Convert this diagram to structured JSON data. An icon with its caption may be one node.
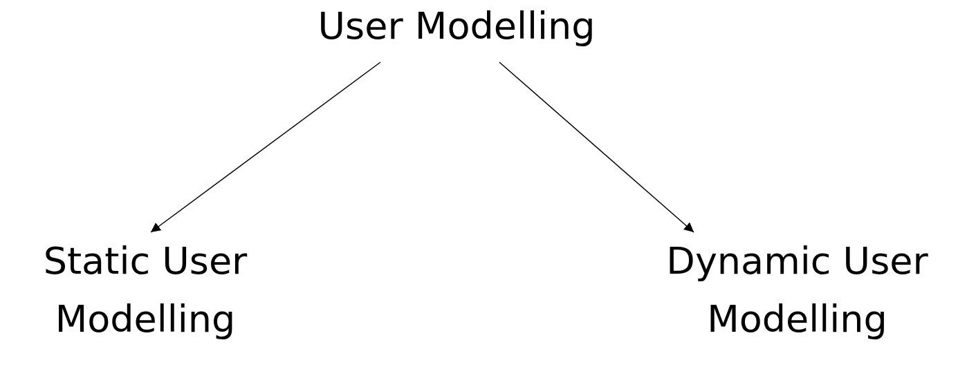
{
  "diagram": {
    "nodes": [
      {
        "text": [
          "User Modelling"
        ]
      },
      {
        "text": [
          "Static User Modelling"
        ]
      },
      {
        "text": [
          "Dynamic User Modelling"
        ]
      }
    ],
    "edges": [
      {
        "from": 0,
        "to": 1,
        "arrow": "to"
      },
      {
        "from": 0,
        "to": 2,
        "arrow": "to"
      }
    ]
  }
}
